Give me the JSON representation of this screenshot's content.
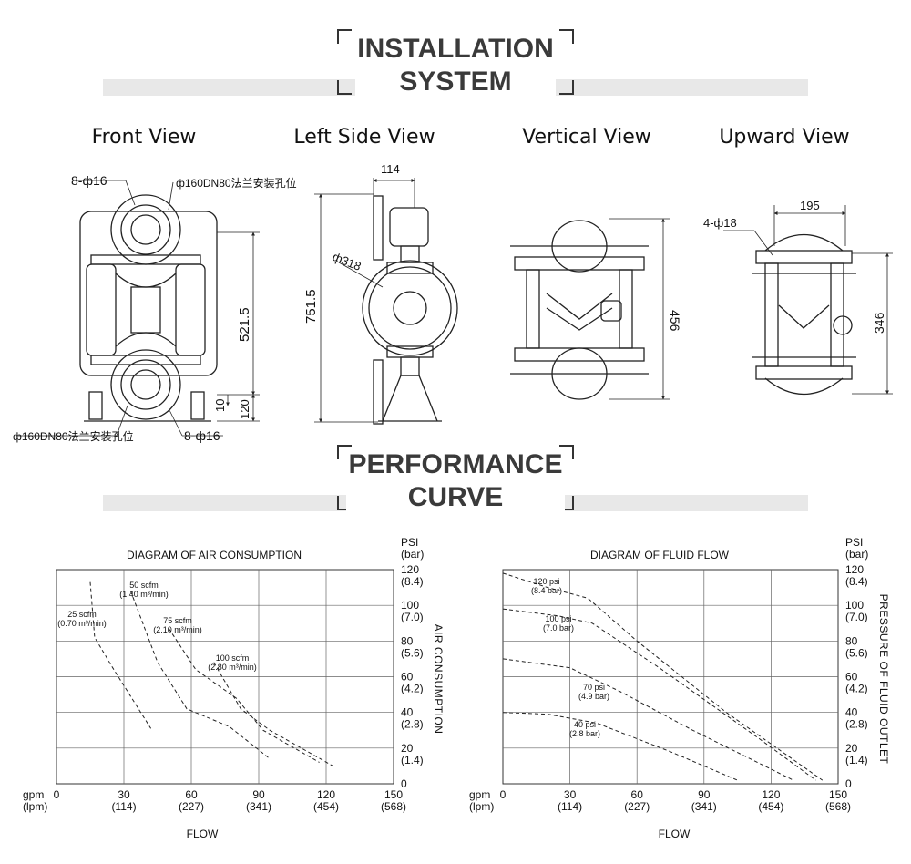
{
  "installation": {
    "title_line1": "INSTALLATION",
    "title_line2": "SYSTEM",
    "views": [
      "Front View",
      "Left Side View",
      "Vertical View",
      "Upward View"
    ],
    "front": {
      "top_holes": "8-ф16",
      "top_flange": "ф160DN80法兰安装孔位",
      "height_1": "521.5",
      "height_2": "120",
      "height_3": "10",
      "bottom_flange": "ф160DN80法兰安装孔位",
      "bottom_holes": "8-ф16"
    },
    "side": {
      "width": "114",
      "diameter": "ф318",
      "height": "751.5"
    },
    "vertical": {
      "height": "456"
    },
    "upward": {
      "width": "195",
      "holes": "4-ф18",
      "height": "346"
    }
  },
  "performance": {
    "title_line1": "PERFORMANCE",
    "title_line2": "CURVE"
  },
  "chart_data": [
    {
      "type": "line",
      "title": "DIAGRAM OF AIR CONSUMPTION",
      "xlabel": "FLOW",
      "ylabel": "AIR CONSUMPTION",
      "x_unit_label": "gpm",
      "x_unit_label_2": "(lpm)",
      "y_unit_label": "PSI",
      "y_unit_label_2": "(bar)",
      "xlim": [
        0,
        150
      ],
      "ylim": [
        0,
        120
      ],
      "x_ticks": [
        "0",
        "30",
        "60",
        "90",
        "120",
        "150"
      ],
      "x_ticks_2": [
        "",
        "(114)",
        "(227)",
        "(341)",
        "(454)",
        "(568)"
      ],
      "y_ticks": [
        "0",
        "20",
        "40",
        "60",
        "80",
        "100",
        "120"
      ],
      "y_ticks_2": [
        "",
        "(1.4)",
        "(2.8)",
        "(4.2)",
        "(5.6)",
        "(7.0)",
        "(8.4)"
      ],
      "series": [
        {
          "name": "25 scfm",
          "name_2": "(0.70 m³/min)",
          "points": [
            [
              15,
              113
            ],
            [
              17,
              82
            ],
            [
              25,
              65
            ],
            [
              42,
              31
            ]
          ]
        },
        {
          "name": "50 scfm",
          "name_2": "(1.40 m³/min)",
          "points": [
            [
              33,
              108
            ],
            [
              45,
              68
            ],
            [
              58,
              42
            ],
            [
              77,
              32
            ],
            [
              95,
              14
            ]
          ]
        },
        {
          "name": "75 scfm",
          "name_2": "(2.10 m³/min)",
          "points": [
            [
              50,
              87
            ],
            [
              62,
              64
            ],
            [
              80,
              48
            ],
            [
              92,
              30
            ],
            [
              117,
              12
            ]
          ]
        },
        {
          "name": "100 scfm",
          "name_2": "(2.80 m³/min)",
          "points": [
            [
              70,
              68
            ],
            [
              82,
              42
            ],
            [
              95,
              30
            ],
            [
              123,
              10
            ]
          ]
        }
      ]
    },
    {
      "type": "line",
      "title": "DIAGRAM OF FLUID FLOW",
      "xlabel": "FLOW",
      "ylabel": "PRESSURE OF FLUID OUTLET",
      "x_unit_label": "gpm",
      "x_unit_label_2": "(lpm)",
      "y_unit_label": "PSI",
      "y_unit_label_2": "(bar)",
      "xlim": [
        0,
        150
      ],
      "ylim": [
        0,
        120
      ],
      "x_ticks": [
        "0",
        "30",
        "60",
        "90",
        "120",
        "150"
      ],
      "x_ticks_2": [
        "",
        "(114)",
        "(227)",
        "(341)",
        "(454)",
        "(568)"
      ],
      "y_ticks": [
        "0",
        "20",
        "40",
        "60",
        "80",
        "100",
        "120"
      ],
      "y_ticks_2": [
        "",
        "(1.4)",
        "(2.8)",
        "(4.2)",
        "(5.6)",
        "(7.0)",
        "(8.4)"
      ],
      "series": [
        {
          "name": "120 psi",
          "name_2": "(8.4 bar)",
          "points": [
            [
              0,
              118
            ],
            [
              20,
              110
            ],
            [
              38,
              104
            ],
            [
              60,
              80
            ],
            [
              100,
              40
            ],
            [
              143,
              2
            ]
          ]
        },
        {
          "name": "100 psi",
          "name_2": "(7.0 bar)",
          "points": [
            [
              0,
              98
            ],
            [
              25,
              94
            ],
            [
              40,
              90
            ],
            [
              70,
              65
            ],
            [
              115,
              25
            ],
            [
              140,
              2
            ]
          ]
        },
        {
          "name": "70 psi",
          "name_2": "(4.9 bar)",
          "points": [
            [
              0,
              70
            ],
            [
              30,
              65
            ],
            [
              52,
              52
            ],
            [
              85,
              30
            ],
            [
              130,
              2
            ]
          ]
        },
        {
          "name": "40 psi",
          "name_2": "(2.8 bar)",
          "points": [
            [
              0,
              40
            ],
            [
              20,
              39
            ],
            [
              42,
              34
            ],
            [
              75,
              18
            ],
            [
              105,
              2
            ]
          ]
        }
      ]
    }
  ]
}
